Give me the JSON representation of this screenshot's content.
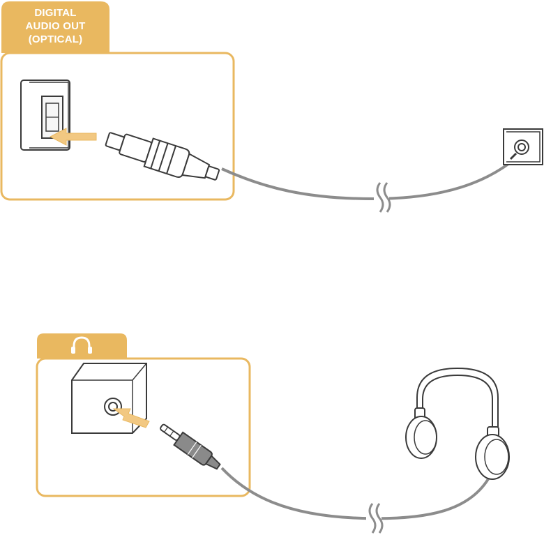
{
  "panels": {
    "optical": {
      "tab_lines": [
        "DIGITAL",
        "AUDIO OUT",
        "(OPTICAL)"
      ],
      "tab_icon": "",
      "source_port": "optical-port-icon",
      "connector": "optical-plug-icon",
      "destination": "wall-jack-icon"
    },
    "headphone": {
      "tab_lines": [],
      "tab_icon": "headphone-icon",
      "source_port": "headphone-jack-icon",
      "connector": "audio-plug-icon",
      "destination": "headphones-icon"
    }
  },
  "colors": {
    "panel_border": "#e9b860",
    "tab_fill": "#e9b860",
    "arrow": "#f2c882",
    "cable": "#8c8c8c",
    "outline": "#3a3a3a"
  }
}
